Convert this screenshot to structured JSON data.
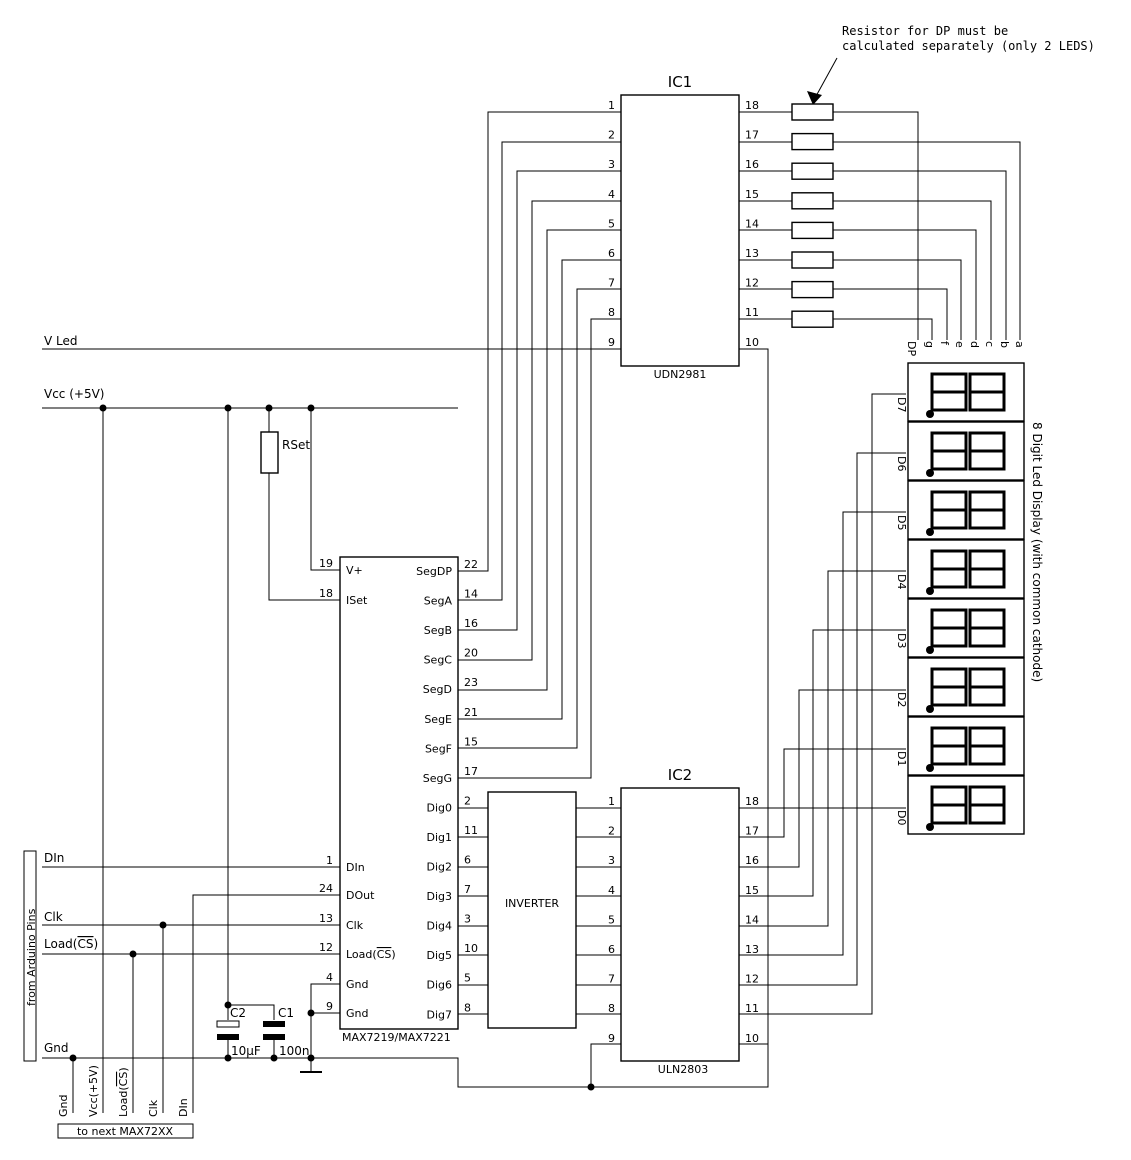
{
  "ic1": {
    "name": "IC1",
    "part": "UDN2981",
    "left_pins": [
      "1",
      "2",
      "3",
      "4",
      "5",
      "6",
      "7",
      "8",
      "9"
    ],
    "right_pins": [
      "18",
      "17",
      "16",
      "15",
      "14",
      "13",
      "12",
      "11",
      "10"
    ]
  },
  "ic2": {
    "name": "IC2",
    "part": "ULN2803",
    "left_pins": [
      "1",
      "2",
      "3",
      "4",
      "5",
      "6",
      "7",
      "8",
      "9"
    ],
    "right_pins": [
      "18",
      "17",
      "16",
      "15",
      "14",
      "13",
      "12",
      "11",
      "10"
    ]
  },
  "max": {
    "part": "MAX7219/MAX7221",
    "left": [
      {
        "pin": "19",
        "label": "V+"
      },
      {
        "pin": "18",
        "label": "ISet"
      },
      {
        "pin": "1",
        "label": "DIn"
      },
      {
        "pin": "24",
        "label": "DOut"
      },
      {
        "pin": "13",
        "label": "Clk"
      },
      {
        "pin": "12",
        "label": "Load(",
        "overline": "CS",
        "suffix": ")"
      },
      {
        "pin": "4",
        "label": "Gnd"
      },
      {
        "pin": "9",
        "label": "Gnd"
      }
    ],
    "right": [
      {
        "pin": "22",
        "label": "SegDP"
      },
      {
        "pin": "14",
        "label": "SegA"
      },
      {
        "pin": "16",
        "label": "SegB"
      },
      {
        "pin": "20",
        "label": "SegC"
      },
      {
        "pin": "23",
        "label": "SegD"
      },
      {
        "pin": "21",
        "label": "SegE"
      },
      {
        "pin": "15",
        "label": "SegF"
      },
      {
        "pin": "17",
        "label": "SegG"
      },
      {
        "pin": "2",
        "label": "Dig0"
      },
      {
        "pin": "11",
        "label": "Dig1"
      },
      {
        "pin": "6",
        "label": "Dig2"
      },
      {
        "pin": "7",
        "label": "Dig3"
      },
      {
        "pin": "3",
        "label": "Dig4"
      },
      {
        "pin": "10",
        "label": "Dig5"
      },
      {
        "pin": "5",
        "label": "Dig6"
      },
      {
        "pin": "8",
        "label": "Dig7"
      }
    ]
  },
  "inverter": {
    "label": "INVERTER"
  },
  "note": [
    "Resistor for DP must be",
    "calculated separately (only 2 LEDS)"
  ],
  "rails": {
    "vled": "V Led",
    "vcc": "Vcc (+5V)",
    "gnd": "Gnd"
  },
  "rset": "RSet",
  "caps": [
    {
      "name": "C2",
      "value": "10µF"
    },
    {
      "name": "C1",
      "value": "100n"
    }
  ],
  "arduino": {
    "title": "from Arduino Pins",
    "din": "DIn",
    "clk": "Clk",
    "load": "Load(",
    "load_over": "CS",
    "load_end": ")"
  },
  "next": {
    "title": "to next MAX72XX",
    "labels": [
      "Gnd",
      "Vcc(+5V)",
      "Load(CS)",
      "Clk",
      "DIn"
    ]
  },
  "display": {
    "title": "8 Digit Led Display (with common cathode)",
    "segments": [
      "DP",
      "g",
      "f",
      "e",
      "d",
      "c",
      "b",
      "a"
    ],
    "digits": [
      "D7",
      "D6",
      "D5",
      "D4",
      "D3",
      "D2",
      "D1",
      "D0"
    ]
  }
}
